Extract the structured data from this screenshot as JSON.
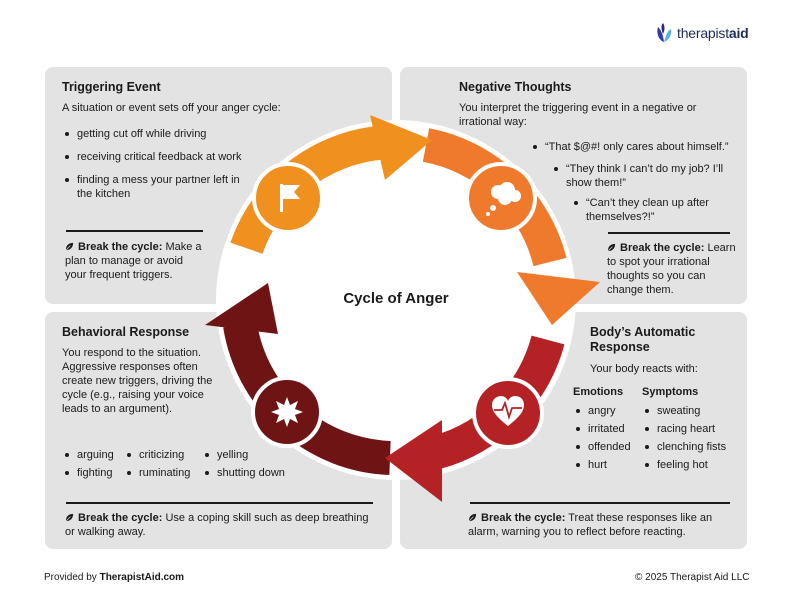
{
  "brand": {
    "name_light": "therapist",
    "name_bold": "aid"
  },
  "center_title": "Cycle of Anger",
  "colors": {
    "orange": "#f0901e",
    "orange2": "#f07a2c",
    "red": "#b52226",
    "maroon": "#6e1414",
    "panel": "#e3e3e3"
  },
  "triggering": {
    "title": "Triggering Event",
    "intro": "A situation or event sets off your anger cycle:",
    "items": [
      "getting cut off while driving",
      "receiving critical feedback at work",
      "finding a mess your partner left in the kitchen"
    ],
    "break_label": "Break the cycle:",
    "break_text": " Make a plan to manage or avoid your frequent triggers."
  },
  "negative": {
    "title": "Negative Thoughts",
    "intro": "You interpret the triggering event in a negative or irrational way:",
    "items": [
      "“That $@#! only cares about himself.”",
      "“They think I can’t do my job? I’ll show them!”",
      "“Can’t they clean up after themselves?!”"
    ],
    "break_label": "Break the cycle:",
    "break_text": " Learn to spot your irrational thoughts so you can change them."
  },
  "behavioral": {
    "title": "Behavioral Response",
    "intro": "You respond to the situation. Aggressive responses often create new triggers, driving the cycle (e.g., raising your voice leads to an argument).",
    "col1": [
      "arguing",
      "fighting"
    ],
    "col2": [
      "criticizing",
      "ruminating"
    ],
    "col3": [
      "yelling",
      "shutting down"
    ],
    "break_label": "Break the cycle:",
    "break_text": " Use a coping skill such as deep breathing or walking away."
  },
  "body": {
    "title": "Body’s Automatic Response",
    "intro": "Your body reacts with:",
    "emotions_header": "Emotions",
    "emotions": [
      "angry",
      "irritated",
      "offended",
      "hurt"
    ],
    "symptoms_header": "Symptoms",
    "symptoms": [
      "sweating",
      "racing heart",
      "clenching fists",
      "feeling hot"
    ],
    "break_label": "Break the cycle:",
    "break_text": " Treat these responses like an alarm, warning you to reflect before reacting."
  },
  "footer": {
    "provided_prefix": "Provided by ",
    "provided_site": "TherapistAid.com",
    "copyright": "© 2025 Therapist Aid LLC"
  },
  "icons": [
    "flag-icon",
    "thought-cloud-icon",
    "heart-rate-icon",
    "burst-icon",
    "leaf-icon",
    "butterfly-logo-icon"
  ]
}
